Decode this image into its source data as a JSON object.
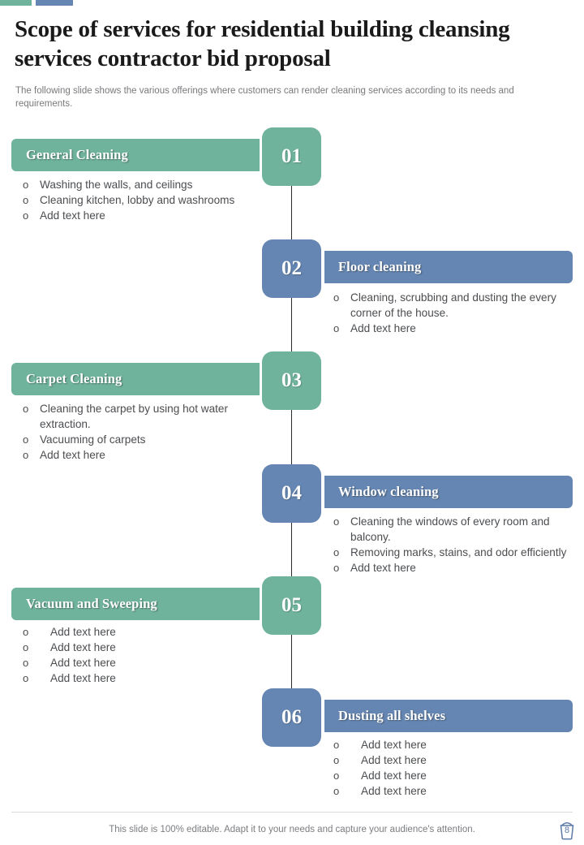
{
  "brand": {
    "accent_green": "#6FB39C",
    "accent_blue": "#6586B2",
    "accent_bar_left_color": "#6FB39C",
    "accent_bar_right_color": "#6586B2"
  },
  "header": {
    "title": "Scope of services for residential building cleansing services contractor bid proposal",
    "subtitle": "The following slide shows the various offerings where customers can render cleaning services according to its needs and requirements."
  },
  "timeline": {
    "items": [
      {
        "number": "01",
        "side": "left",
        "color": "green",
        "title": "General Cleaning",
        "bullets": [
          "Washing the walls, and ceilings",
          "Cleaning kitchen, lobby and washrooms",
          "Add text here"
        ]
      },
      {
        "number": "02",
        "side": "right",
        "color": "blue",
        "title": "Floor cleaning",
        "bullets": [
          "Cleaning, scrubbing and dusting the every corner of the house.",
          "Add text here"
        ]
      },
      {
        "number": "03",
        "side": "left",
        "color": "green",
        "title": "Carpet Cleaning",
        "bullets": [
          "Cleaning the carpet by using hot water extraction.",
          "Vacuuming of carpets",
          "Add text here"
        ]
      },
      {
        "number": "04",
        "side": "right",
        "color": "blue",
        "title": "Window cleaning",
        "bullets": [
          "Cleaning the windows of every room and balcony.",
          "Removing marks, stains, and odor efficiently",
          "Add text here"
        ]
      },
      {
        "number": "05",
        "side": "left",
        "color": "green",
        "title": "Vacuum and Sweeping",
        "bullets": [
          "Add text here",
          "Add text here",
          "Add text here",
          "Add text here"
        ]
      },
      {
        "number": "06",
        "side": "right",
        "color": "blue",
        "title": "Dusting all shelves",
        "bullets": [
          "Add text here",
          "Add text here",
          "Add text here",
          "Add text here"
        ]
      }
    ]
  },
  "bullet_marker": "o",
  "footer": {
    "note": "This slide is 100% editable. Adapt it to your needs and capture your audience's attention.",
    "page_number": "8",
    "page_icon": "bucket-icon"
  }
}
